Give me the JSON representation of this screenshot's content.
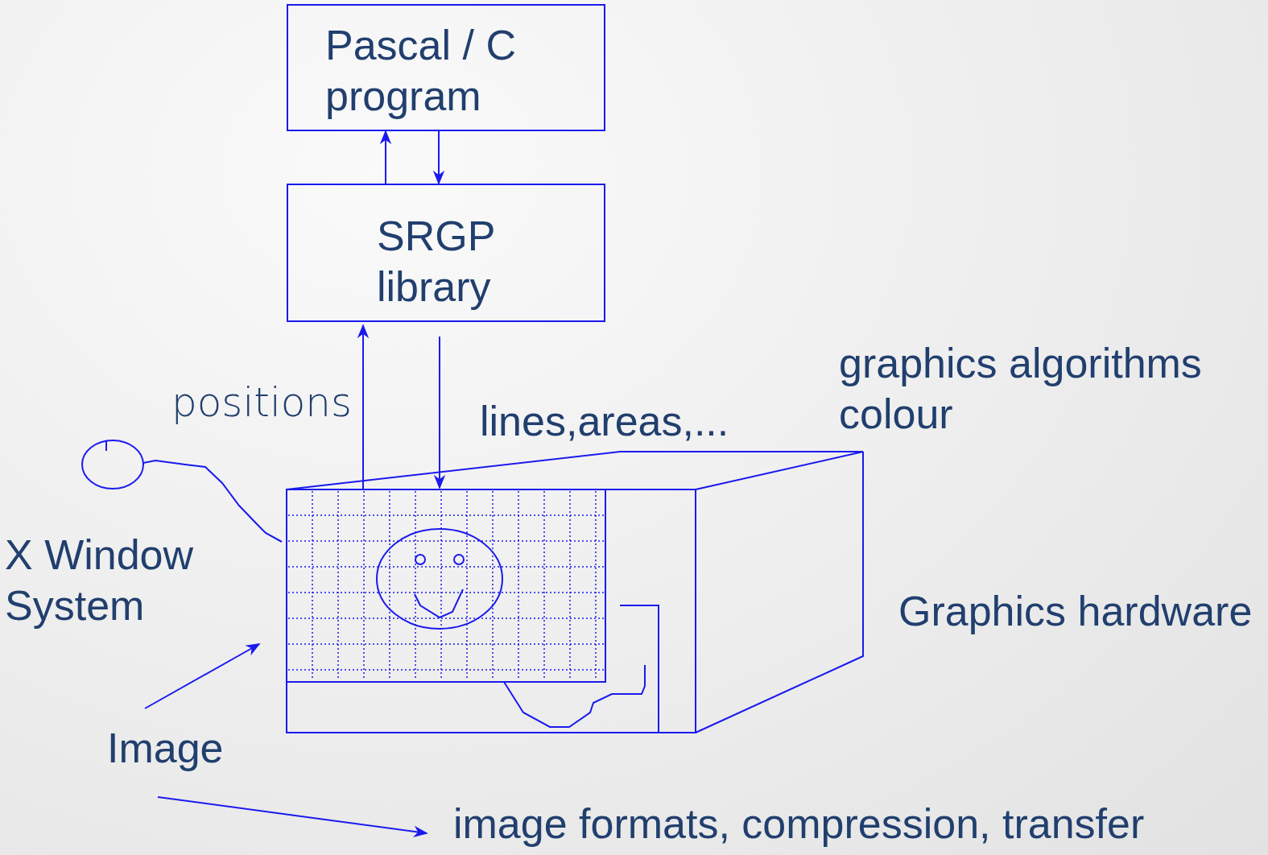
{
  "diagram": {
    "nodes": [
      {
        "text": [
          "Pascal / C program"
        ]
      },
      {
        "text": [
          "SRGP library"
        ]
      }
    ],
    "edges": [
      {
        "from": 1,
        "to": 0,
        "arrow": "to"
      },
      {
        "from": 0,
        "to": 1,
        "arrow": "to"
      }
    ],
    "labels": [
      "positions",
      "lines,areas,...",
      "graphics algorithms colour",
      "X Window System",
      "Graphics hardware",
      "Image",
      "image formats, compression, transfer"
    ]
  }
}
